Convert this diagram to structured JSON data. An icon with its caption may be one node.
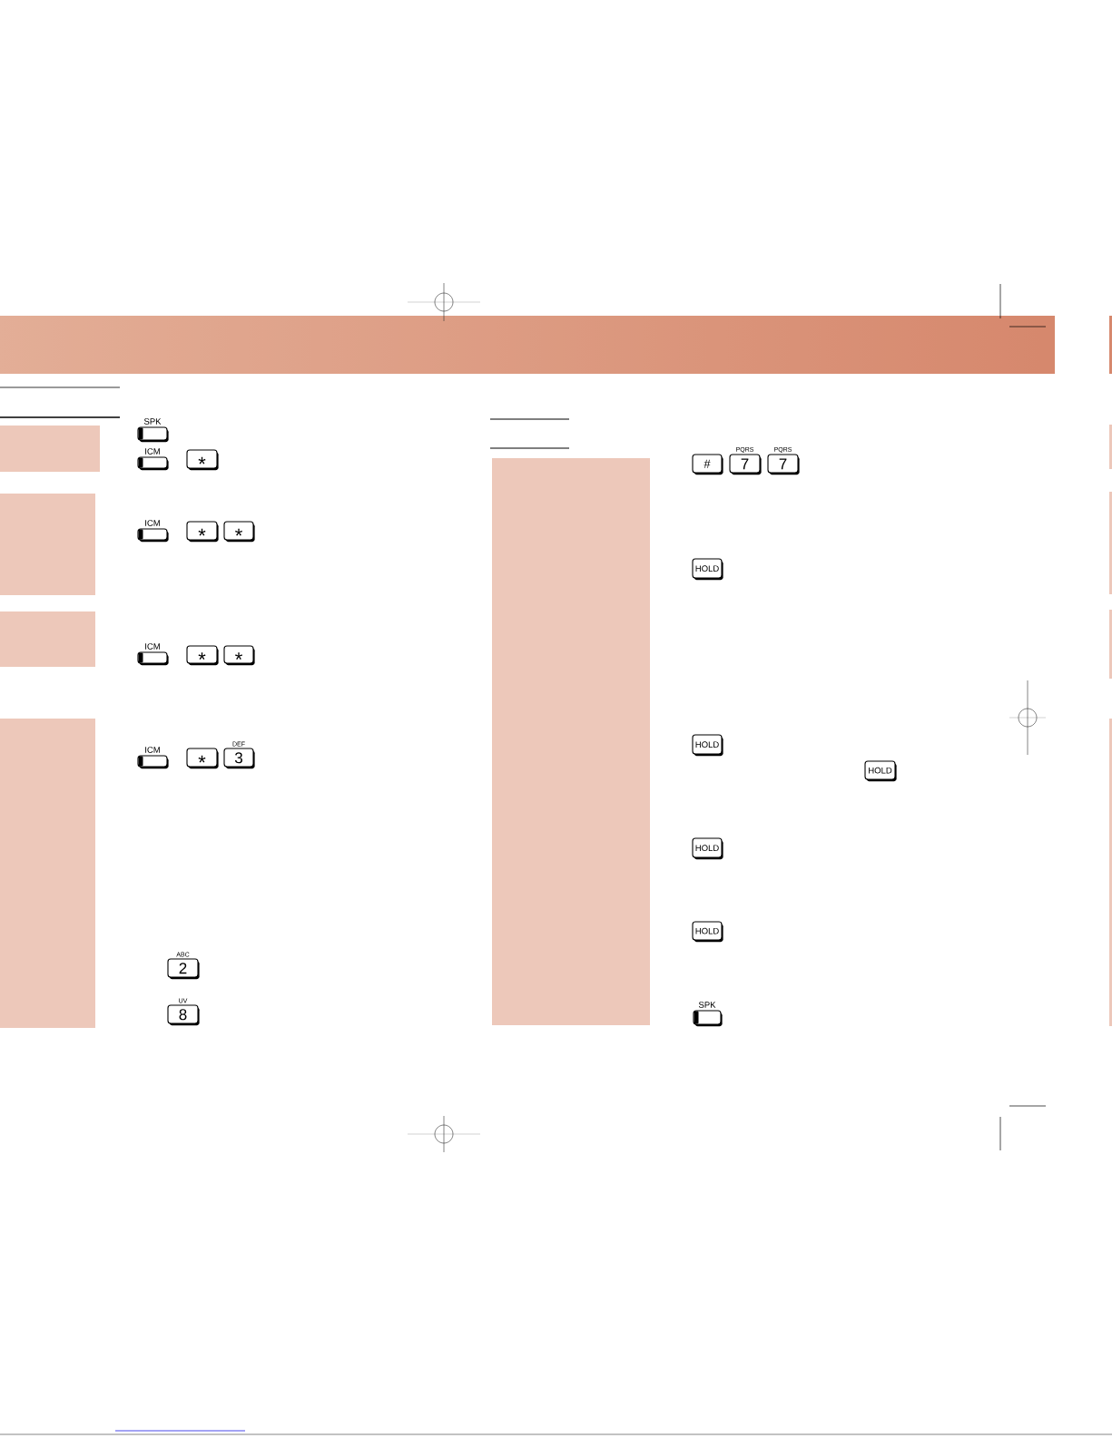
{
  "diagram": {
    "nodes": [
      {
        "text": [
          "SPK"
        ]
      },
      {
        "text": [
          "ICM"
        ]
      },
      {
        "text": [
          "*"
        ]
      },
      {
        "text": [
          "ICM"
        ]
      },
      {
        "text": [
          "*"
        ]
      },
      {
        "text": [
          "*"
        ]
      },
      {
        "text": [
          "ICM"
        ]
      },
      {
        "text": [
          "*"
        ]
      },
      {
        "text": [
          "*"
        ]
      },
      {
        "text": [
          "ICM"
        ]
      },
      {
        "text": [
          "*"
        ]
      },
      {
        "text": [
          "DEF",
          "3"
        ]
      },
      {
        "text": [
          "ABC",
          "2"
        ]
      },
      {
        "text": [
          "UV",
          "8"
        ]
      },
      {
        "text": [
          "#"
        ]
      },
      {
        "text": [
          "PQRS",
          "7"
        ]
      },
      {
        "text": [
          "PQRS",
          "7"
        ]
      },
      {
        "text": [
          "HOLD"
        ]
      },
      {
        "text": [
          "HOLD"
        ]
      },
      {
        "text": [
          "HOLD"
        ]
      },
      {
        "text": [
          "HOLD"
        ]
      },
      {
        "text": [
          "HOLD"
        ]
      },
      {
        "text": [
          "SPK"
        ]
      }
    ]
  }
}
